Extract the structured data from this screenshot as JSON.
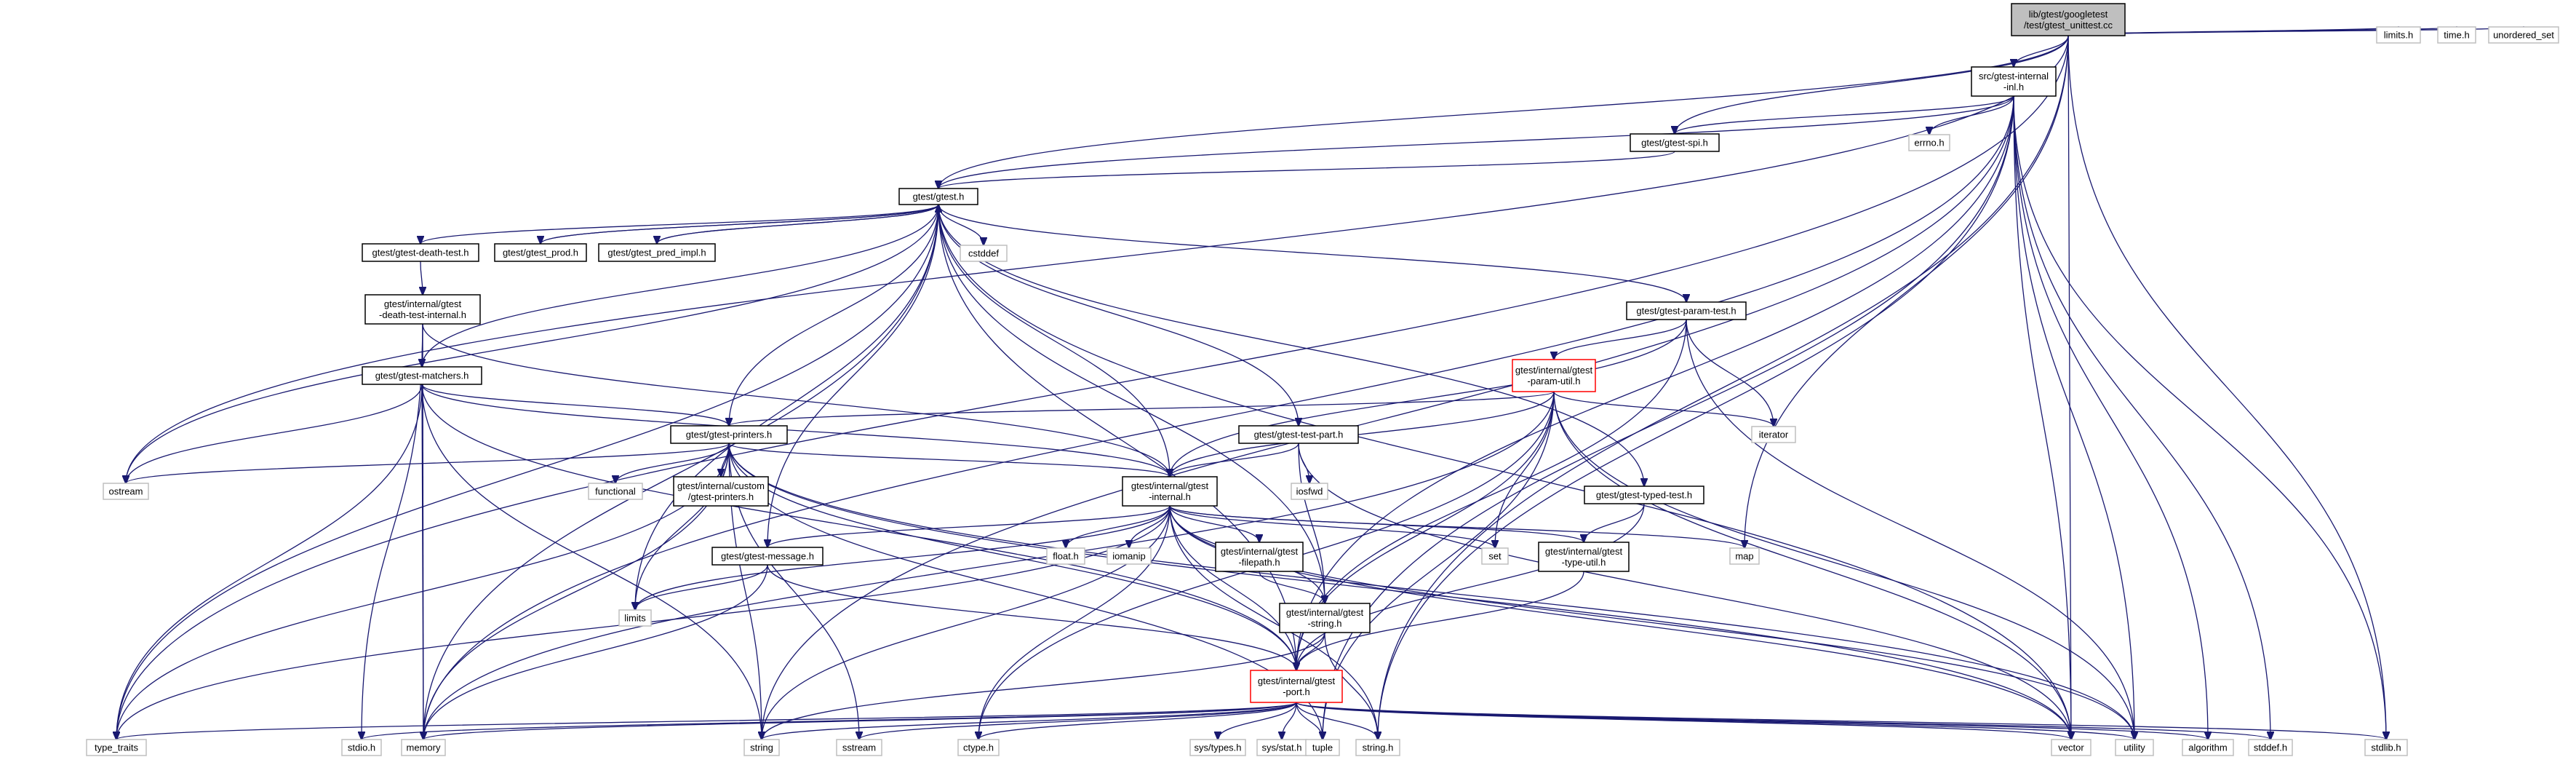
{
  "colors": {
    "edge": "#191970",
    "box_border": "#000000",
    "ext_border": "#bfbfbf",
    "truncated_border": "#ff0000",
    "root_fill": "#bfbfbf",
    "fill": "#ffffff"
  },
  "nodes": {
    "root": {
      "lines": [
        "lib/gtest/googletest",
        "/test/gtest_unittest.cc"
      ]
    },
    "internal_inl": {
      "lines": [
        "src/gtest-internal",
        "-inl.h"
      ]
    },
    "limits_h": {
      "lines": [
        "limits.h"
      ]
    },
    "time_h": {
      "lines": [
        "time.h"
      ]
    },
    "unordered_set": {
      "lines": [
        "unordered_set"
      ]
    },
    "spi": {
      "lines": [
        "gtest/gtest-spi.h"
      ]
    },
    "errno": {
      "lines": [
        "errno.h"
      ]
    },
    "gtest_h": {
      "lines": [
        "gtest/gtest.h"
      ]
    },
    "death_test": {
      "lines": [
        "gtest/gtest-death-test.h"
      ]
    },
    "pred": {
      "lines": [
        "gtest/gtest_prod.h"
      ]
    },
    "pred_impl": {
      "lines": [
        "gtest/gtest_pred_impl.h"
      ]
    },
    "cstddef": {
      "lines": [
        "cstddef"
      ]
    },
    "death_internal": {
      "lines": [
        "gtest/internal/gtest",
        "-death-test-internal.h"
      ]
    },
    "param_test": {
      "lines": [
        "gtest/gtest-param-test.h"
      ]
    },
    "matchers": {
      "lines": [
        "gtest/gtest-matchers.h"
      ]
    },
    "param_util": {
      "lines": [
        "gtest/internal/gtest",
        "-param-util.h"
      ]
    },
    "iterator": {
      "lines": [
        "iterator"
      ]
    },
    "printers": {
      "lines": [
        "gtest/gtest-printers.h"
      ]
    },
    "test_part": {
      "lines": [
        "gtest/gtest-test-part.h"
      ]
    },
    "ostream": {
      "lines": [
        "ostream"
      ]
    },
    "functional": {
      "lines": [
        "functional"
      ]
    },
    "custom_printers": {
      "lines": [
        "gtest/internal/custom",
        "/gtest-printers.h"
      ]
    },
    "iosfwd": {
      "lines": [
        "iosfwd"
      ]
    },
    "gtest_internal": {
      "lines": [
        "gtest/internal/gtest",
        "-internal.h"
      ]
    },
    "typed_test": {
      "lines": [
        "gtest/gtest-typed-test.h"
      ]
    },
    "map": {
      "lines": [
        "map"
      ]
    },
    "set": {
      "lines": [
        "set"
      ]
    },
    "message": {
      "lines": [
        "gtest/gtest-message.h"
      ]
    },
    "float_h": {
      "lines": [
        "float.h"
      ]
    },
    "iomanip": {
      "lines": [
        "iomanip"
      ]
    },
    "filepath": {
      "lines": [
        "gtest/internal/gtest",
        "-filepath.h"
      ]
    },
    "type_util": {
      "lines": [
        "gtest/internal/gtest",
        "-type-util.h"
      ]
    },
    "limits": {
      "lines": [
        "limits"
      ]
    },
    "gstring": {
      "lines": [
        "gtest/internal/gtest",
        "-string.h"
      ]
    },
    "port": {
      "lines": [
        "gtest/internal/gtest",
        "-port.h"
      ]
    },
    "type_traits": {
      "lines": [
        "type_traits"
      ]
    },
    "stdio_h": {
      "lines": [
        "stdio.h"
      ]
    },
    "memory": {
      "lines": [
        "memory"
      ]
    },
    "string": {
      "lines": [
        "string"
      ]
    },
    "sstream": {
      "lines": [
        "sstream"
      ]
    },
    "ctype_h": {
      "lines": [
        "ctype.h"
      ]
    },
    "sys_types": {
      "lines": [
        "sys/types.h"
      ]
    },
    "sys_stat": {
      "lines": [
        "sys/stat.h"
      ]
    },
    "tuple": {
      "lines": [
        "tuple"
      ]
    },
    "string_h": {
      "lines": [
        "string.h"
      ]
    },
    "vector": {
      "lines": [
        "vector"
      ]
    },
    "utility": {
      "lines": [
        "utility"
      ]
    },
    "algorithm": {
      "lines": [
        "algorithm"
      ]
    },
    "stddef_h": {
      "lines": [
        "stddef.h"
      ]
    },
    "stdlib_h": {
      "lines": [
        "stdlib.h"
      ]
    }
  },
  "edges": [
    [
      "root",
      "internal_inl"
    ],
    [
      "root",
      "limits_h"
    ],
    [
      "root",
      "time_h"
    ],
    [
      "root",
      "unordered_set"
    ],
    [
      "root",
      "spi"
    ],
    [
      "root",
      "gtest_h"
    ],
    [
      "root",
      "ostream"
    ],
    [
      "root",
      "type_traits"
    ],
    [
      "root",
      "map"
    ],
    [
      "root",
      "vector"
    ],
    [
      "root",
      "string_h"
    ],
    [
      "root",
      "stdlib_h"
    ],
    [
      "internal_inl",
      "spi"
    ],
    [
      "internal_inl",
      "errno"
    ],
    [
      "internal_inl",
      "gtest_h"
    ],
    [
      "internal_inl",
      "port"
    ],
    [
      "internal_inl",
      "string"
    ],
    [
      "internal_inl",
      "vector"
    ],
    [
      "internal_inl",
      "utility"
    ],
    [
      "internal_inl",
      "algorithm"
    ],
    [
      "internal_inl",
      "stddef_h"
    ],
    [
      "internal_inl",
      "stdlib_h"
    ],
    [
      "internal_inl",
      "memory"
    ],
    [
      "internal_inl",
      "tuple"
    ],
    [
      "internal_inl",
      "string_h"
    ],
    [
      "spi",
      "gtest_h"
    ],
    [
      "gtest_h",
      "death_test"
    ],
    [
      "gtest_h",
      "pred"
    ],
    [
      "gtest_h",
      "pred_impl"
    ],
    [
      "gtest_h",
      "cstddef"
    ],
    [
      "gtest_h",
      "param_test"
    ],
    [
      "gtest_h",
      "matchers"
    ],
    [
      "gtest_h",
      "printers"
    ],
    [
      "gtest_h",
      "test_part"
    ],
    [
      "gtest_h",
      "gtest_internal"
    ],
    [
      "gtest_h",
      "typed_test"
    ],
    [
      "gtest_h",
      "message"
    ],
    [
      "gtest_h",
      "gstring"
    ],
    [
      "gtest_h",
      "port"
    ],
    [
      "gtest_h",
      "ostream"
    ],
    [
      "gtest_h",
      "memory"
    ],
    [
      "gtest_h",
      "type_traits"
    ],
    [
      "gtest_h",
      "vector"
    ],
    [
      "gtest_h",
      "limits"
    ],
    [
      "death_test",
      "death_internal"
    ],
    [
      "pred",
      "gtest_h"
    ],
    [
      "pred_impl",
      "gtest_h"
    ],
    [
      "death_internal",
      "matchers"
    ],
    [
      "death_internal",
      "gtest_internal"
    ],
    [
      "death_internal",
      "stdio_h"
    ],
    [
      "death_internal",
      "memory"
    ],
    [
      "param_test",
      "param_util"
    ],
    [
      "param_test",
      "iterator"
    ],
    [
      "param_test",
      "gtest_internal"
    ],
    [
      "param_test",
      "port"
    ],
    [
      "param_test",
      "utility"
    ],
    [
      "matchers",
      "printers"
    ],
    [
      "matchers",
      "gtest_internal"
    ],
    [
      "matchers",
      "port"
    ],
    [
      "matchers",
      "ostream"
    ],
    [
      "matchers",
      "memory"
    ],
    [
      "matchers",
      "string"
    ],
    [
      "matchers",
      "type_traits"
    ],
    [
      "param_util",
      "printers"
    ],
    [
      "param_util",
      "gtest_internal"
    ],
    [
      "param_util",
      "port"
    ],
    [
      "param_util",
      "iterator"
    ],
    [
      "param_util",
      "set"
    ],
    [
      "param_util",
      "utility"
    ],
    [
      "param_util",
      "vector"
    ],
    [
      "param_util",
      "memory"
    ],
    [
      "param_util",
      "tuple"
    ],
    [
      "param_util",
      "ctype_h"
    ],
    [
      "printers",
      "functional"
    ],
    [
      "printers",
      "custom_printers"
    ],
    [
      "printers",
      "gtest_internal"
    ],
    [
      "printers",
      "port"
    ],
    [
      "printers",
      "ostream"
    ],
    [
      "printers",
      "type_traits"
    ],
    [
      "printers",
      "memory"
    ],
    [
      "printers",
      "string"
    ],
    [
      "printers",
      "sstream"
    ],
    [
      "printers",
      "tuple"
    ],
    [
      "printers",
      "utility"
    ],
    [
      "printers",
      "vector"
    ],
    [
      "printers",
      "limits"
    ],
    [
      "test_part",
      "iosfwd"
    ],
    [
      "test_part",
      "gtest_internal"
    ],
    [
      "test_part",
      "gstring"
    ],
    [
      "test_part",
      "vector"
    ],
    [
      "gtest_internal",
      "message"
    ],
    [
      "gtest_internal",
      "filepath"
    ],
    [
      "gtest_internal",
      "gstring"
    ],
    [
      "gtest_internal",
      "type_util"
    ],
    [
      "gtest_internal",
      "port"
    ],
    [
      "gtest_internal",
      "float_h"
    ],
    [
      "gtest_internal",
      "iomanip"
    ],
    [
      "gtest_internal",
      "map"
    ],
    [
      "gtest_internal",
      "set"
    ],
    [
      "gtest_internal",
      "limits"
    ],
    [
      "gtest_internal",
      "string"
    ],
    [
      "gtest_internal",
      "ctype_h"
    ],
    [
      "gtest_internal",
      "string_h"
    ],
    [
      "gtest_internal",
      "type_traits"
    ],
    [
      "gtest_internal",
      "vector"
    ],
    [
      "gtest_internal",
      "utility"
    ],
    [
      "typed_test",
      "type_util"
    ],
    [
      "typed_test",
      "port"
    ],
    [
      "message",
      "port"
    ],
    [
      "message",
      "limits"
    ],
    [
      "message",
      "memory"
    ],
    [
      "filepath",
      "gstring"
    ],
    [
      "type_util",
      "port"
    ],
    [
      "gstring",
      "port"
    ],
    [
      "gstring",
      "string"
    ],
    [
      "gstring",
      "string_h"
    ],
    [
      "port",
      "type_traits"
    ],
    [
      "port",
      "stdio_h"
    ],
    [
      "port",
      "memory"
    ],
    [
      "port",
      "string"
    ],
    [
      "port",
      "sstream"
    ],
    [
      "port",
      "ctype_h"
    ],
    [
      "port",
      "sys_types"
    ],
    [
      "port",
      "sys_stat"
    ],
    [
      "port",
      "tuple"
    ],
    [
      "port",
      "string_h"
    ],
    [
      "port",
      "vector"
    ],
    [
      "port",
      "utility"
    ],
    [
      "port",
      "algorithm"
    ],
    [
      "port",
      "stddef_h"
    ],
    [
      "port",
      "stdlib_h"
    ]
  ]
}
